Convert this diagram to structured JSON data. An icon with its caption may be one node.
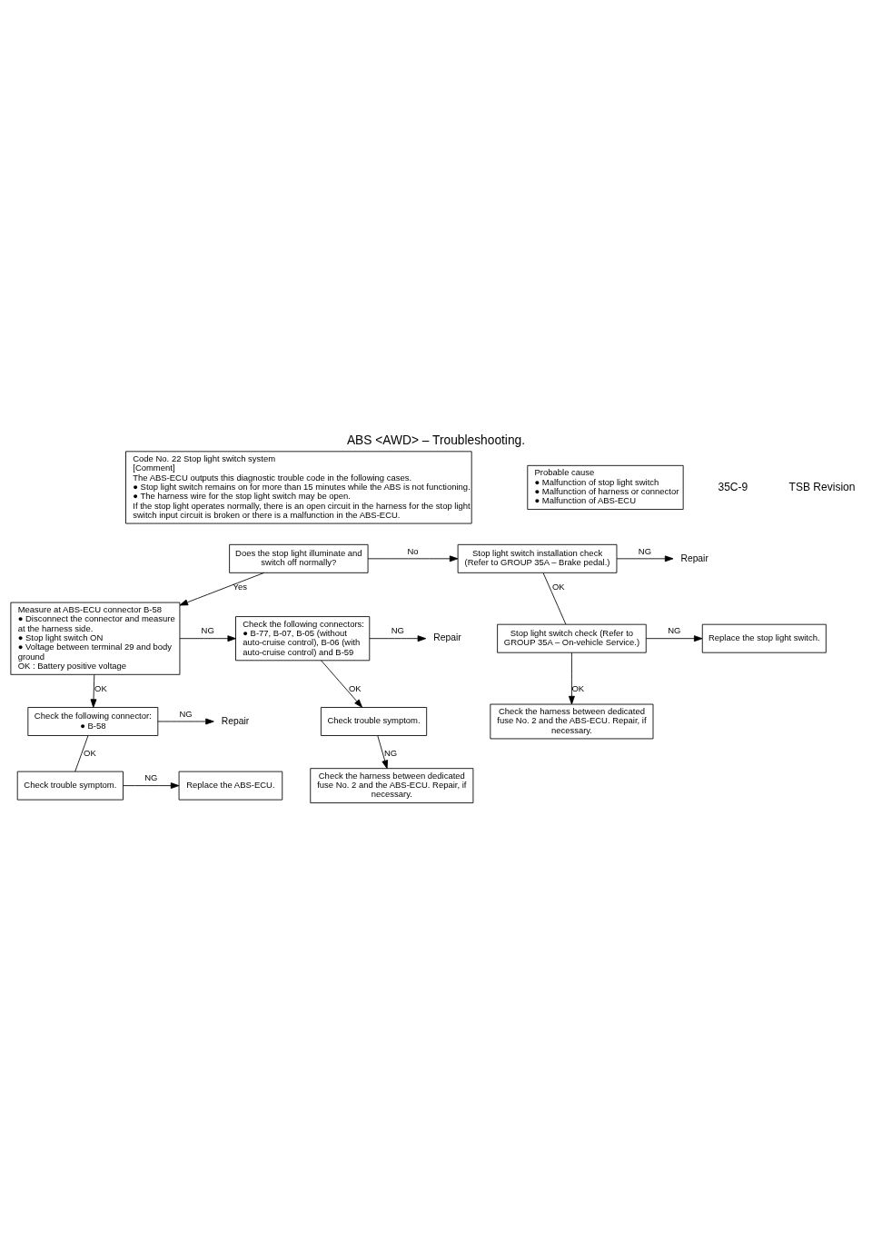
{
  "diagram": {
    "title": "ABS <AWD> – Troubleshooting.",
    "nodes": [
      {
        "text": [
          "Code No. 22 Stop light switch system",
          "[Comment]",
          "The ABS-ECU outputs this diagnostic trouble code in the following cases.",
          "● Stop light switch remains on for more than 15 minutes while the ABS is not functioning.",
          "● The harness wire for the stop light switch may be open.",
          "If the stop light operates normally, there is an open circuit in the harness for the stop light switch input circuit is broken or there is a malfunction in the ABS-ECU."
        ]
      },
      {
        "text": [
          "Probable cause",
          "● Malfunction of stop light switch",
          "● Malfunction of harness or connector",
          "● Malfunction of ABS-ECU"
        ]
      },
      {
        "text": [
          "Does the stop light illuminate and switch off normally?"
        ]
      },
      {
        "text": [
          "Stop light switch installation check",
          "(Refer to GROUP 35A – Brake pedal.)"
        ]
      },
      {
        "text": [
          "Repair"
        ]
      },
      {
        "text": [
          "Stop light switch check (Refer to GROUP 35A – On-vehicle Service.)"
        ]
      },
      {
        "text": [
          "Replace the stop light switch."
        ]
      },
      {
        "text": [
          "Check the harness between dedicated fuse No. 2 and the ABS-ECU. Repair, if necessary."
        ]
      },
      {
        "text": [
          "Measure at ABS-ECU connector B-58",
          "● Disconnect the connector and measure at the harness side.",
          "● Stop light switch ON",
          "● Voltage between terminal 29 and body ground",
          "OK : Battery positive voltage"
        ]
      },
      {
        "text": [
          "Check the following connectors:",
          "● B-77, B-07, B-05 (without auto-cruise control), B-06 (with auto-cruise control) and B-59"
        ]
      },
      {
        "text": [
          "Repair"
        ]
      },
      {
        "text": [
          "Check trouble symptom."
        ]
      },
      {
        "text": [
          "Check the harness between dedicated fuse No. 2 and the ABS-ECU. Repair, if necessary."
        ]
      },
      {
        "text": [
          "Check the following connector:",
          "● B-58"
        ]
      },
      {
        "text": [
          "Repair"
        ]
      },
      {
        "text": [
          "Check trouble symptom."
        ]
      },
      {
        "text": [
          "Replace the ABS-ECU."
        ]
      }
    ],
    "edges": [
      {
        "from": 2,
        "to": 3,
        "arrow": "to",
        "label": "No"
      },
      {
        "from": 3,
        "to": 4,
        "arrow": "to",
        "label": "NG"
      },
      {
        "from": 3,
        "to": 5,
        "arrow": "none",
        "label": "OK"
      },
      {
        "from": 5,
        "to": 6,
        "arrow": "to",
        "label": "NG"
      },
      {
        "from": 5,
        "to": 7,
        "arrow": "to",
        "label": "OK"
      },
      {
        "from": 2,
        "to": 8,
        "arrow": "to",
        "label": "Yes"
      },
      {
        "from": 8,
        "to": 9,
        "arrow": "to",
        "label": "NG"
      },
      {
        "from": 9,
        "to": 10,
        "arrow": "to",
        "label": "NG"
      },
      {
        "from": 9,
        "to": 11,
        "arrow": "to",
        "label": "OK"
      },
      {
        "from": 11,
        "to": 12,
        "arrow": "to",
        "label": "NG"
      },
      {
        "from": 8,
        "to": 13,
        "arrow": "to",
        "label": "OK"
      },
      {
        "from": 13,
        "to": 14,
        "arrow": "to",
        "label": "NG"
      },
      {
        "from": 13,
        "to": 15,
        "arrow": "none",
        "label": "OK"
      },
      {
        "from": 15,
        "to": 16,
        "arrow": "to",
        "label": "NG"
      }
    ],
    "labels": [
      "35C-9",
      "TSB Revision"
    ]
  }
}
